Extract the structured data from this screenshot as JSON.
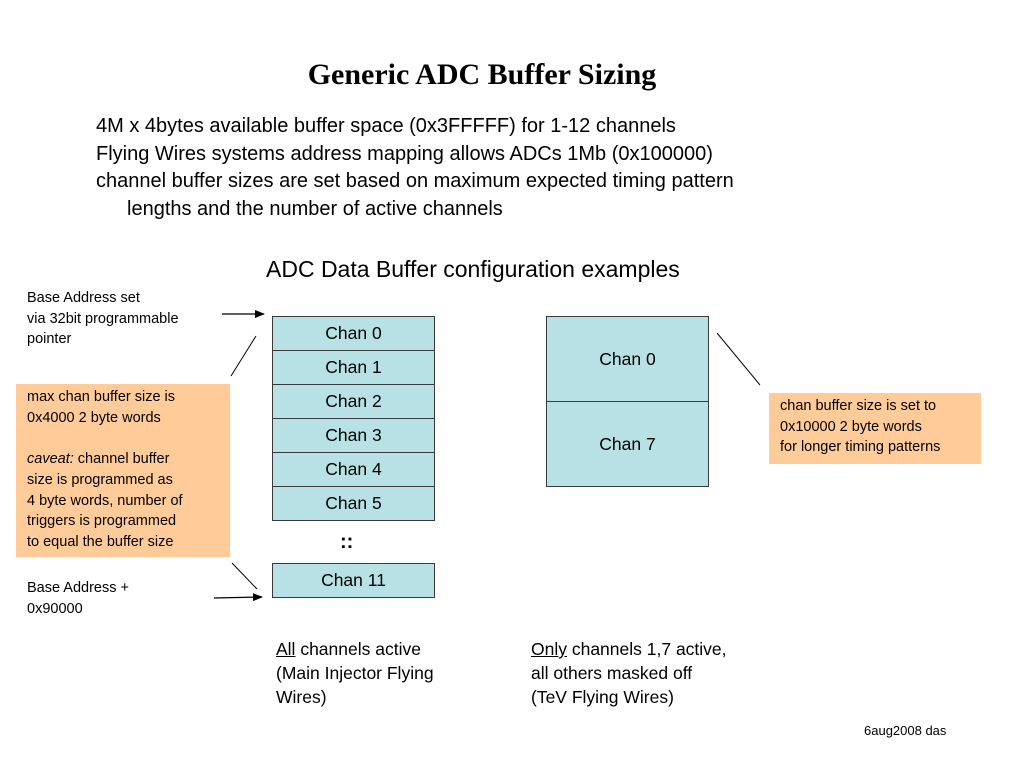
{
  "title": "Generic ADC Buffer Sizing",
  "bullets": [
    "4M x 4bytes available buffer space (0x3FFFFF) for 1-12 channels",
    "Flying Wires systems address mapping allows ADCs 1Mb (0x100000)",
    "channel buffer sizes are set based on maximum expected timing pattern",
    "lengths and the number of active channels"
  ],
  "subtitle": "ADC Data Buffer configuration examples",
  "base_address_label": [
    "Base Address set",
    "via 32bit programmable",
    "pointer"
  ],
  "base_address_end_label": [
    "Base Address +",
    "0x90000"
  ],
  "left_note": {
    "lines": [
      "max chan buffer size is",
      "0x4000 2 byte words"
    ],
    "caveat_label": "caveat:",
    "caveat_lines": [
      " channel buffer",
      "size is programmed as",
      "4 byte words, number of",
      "triggers is programmed",
      "to equal the buffer size"
    ]
  },
  "right_note": [
    "chan buffer size is set to",
    "0x10000 2 byte words",
    "for longer timing patterns"
  ],
  "config_a": {
    "channels": [
      "Chan 0",
      "Chan 1",
      "Chan 2",
      "Chan 3",
      "Chan 4",
      "Chan 5"
    ],
    "ellipsis": "::",
    "last_channel": "Chan 11",
    "caption_underlined": "All",
    "caption_rest": " channels active",
    "caption_lines": [
      "(Main Injector Flying",
      "Wires)"
    ]
  },
  "config_b": {
    "channels": [
      "Chan 0",
      "Chan 7"
    ],
    "caption_underlined": "Only",
    "caption_rest": " channels 1,7 active,",
    "caption_lines": [
      "all others masked off",
      "(TeV Flying Wires)"
    ]
  },
  "footer": "6aug2008 das",
  "colors": {
    "channel_fill": "#b7e1e4",
    "note_fill": "#ffcc99"
  }
}
